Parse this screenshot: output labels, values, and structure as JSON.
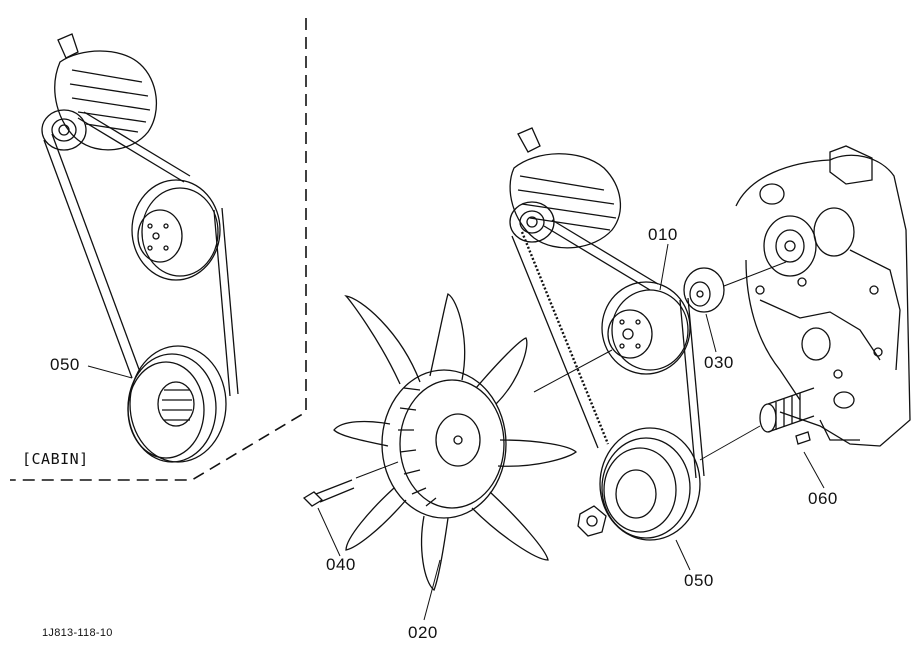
{
  "diagram": {
    "callouts": {
      "part_010": "010",
      "part_020": "020",
      "part_030": "030",
      "part_040": "040",
      "part_050_main": "050",
      "part_050_cabin": "050",
      "part_060": "060"
    },
    "cabin_label": "[CABIN]",
    "drawing_code": "1J813-118-10",
    "colors": {
      "line": "#111111",
      "background": "#ffffff"
    }
  }
}
